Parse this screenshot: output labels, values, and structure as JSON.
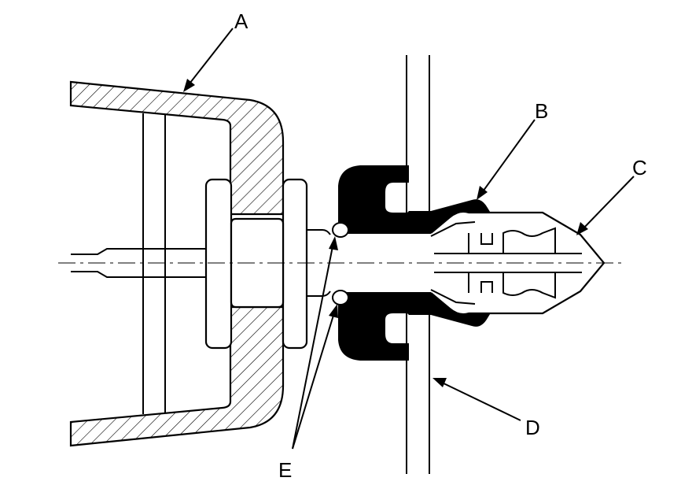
{
  "labels": {
    "a": "A",
    "b": "B",
    "c": "C",
    "d": "D",
    "e": "E"
  },
  "colors": {
    "line": "#000000",
    "background": "#ffffff",
    "grommet_fill": "#000000"
  }
}
